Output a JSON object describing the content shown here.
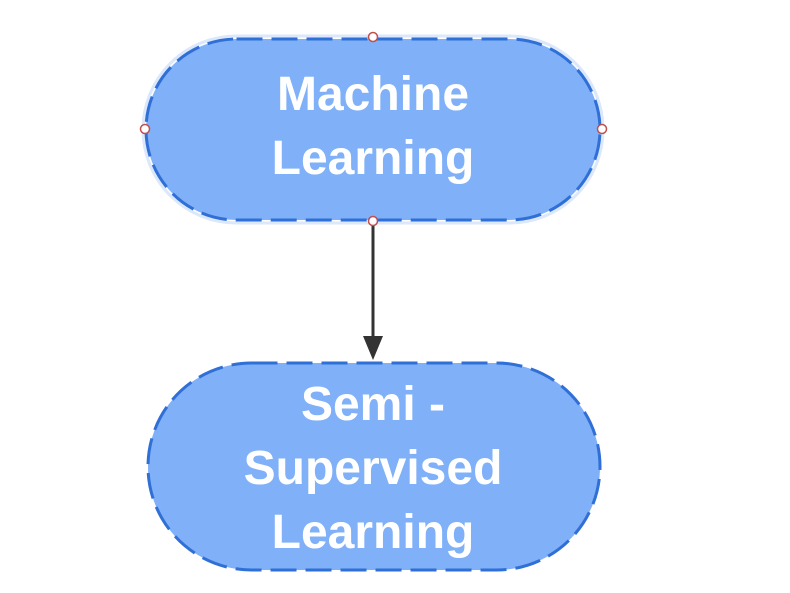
{
  "diagram": {
    "colors": {
      "node_fill": "#7fb0f8",
      "node_border": "#2f6fd6",
      "connector": "#333333",
      "handle_stroke": "#c0504d",
      "selection_outline": "#dbe7fb"
    },
    "nodes": [
      {
        "id": "machine-learning",
        "lines": [
          "Machine",
          "Learning"
        ],
        "selected": true
      },
      {
        "id": "semi-supervised-learning",
        "lines": [
          "Semi -",
          "Supervised",
          "Learning"
        ],
        "selected": false
      }
    ],
    "edges": [
      {
        "from": "machine-learning",
        "to": "semi-supervised-learning",
        "arrow": "end"
      }
    ]
  }
}
